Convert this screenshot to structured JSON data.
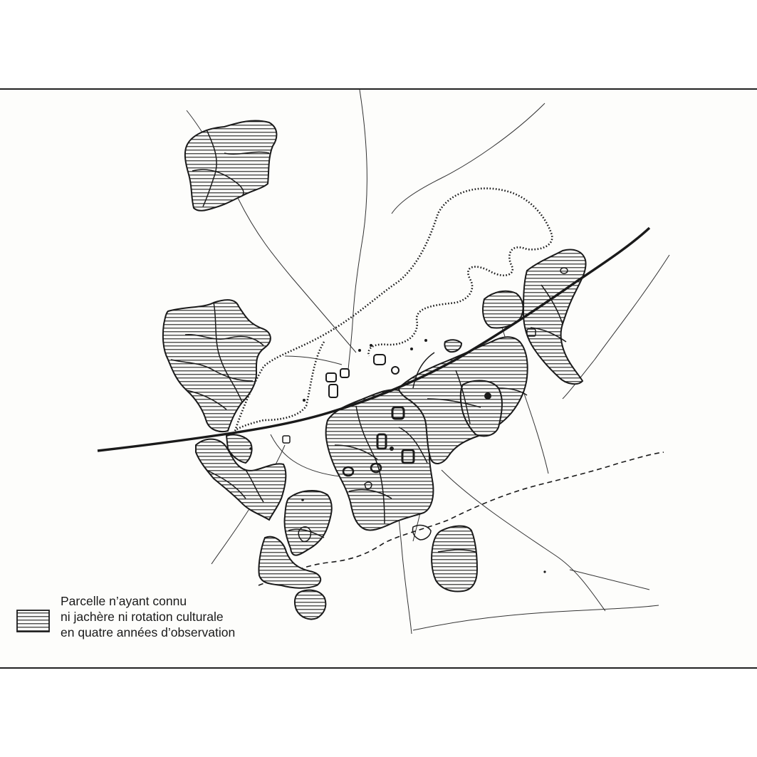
{
  "legend": {
    "line1": "Parcelle n’ayant connu",
    "line2": "ni jachère ni rotation culturale",
    "line3": "en quatre années d’observation"
  },
  "colors": {
    "ink": "#1a1a1a",
    "paper": "#fdfdfb"
  }
}
